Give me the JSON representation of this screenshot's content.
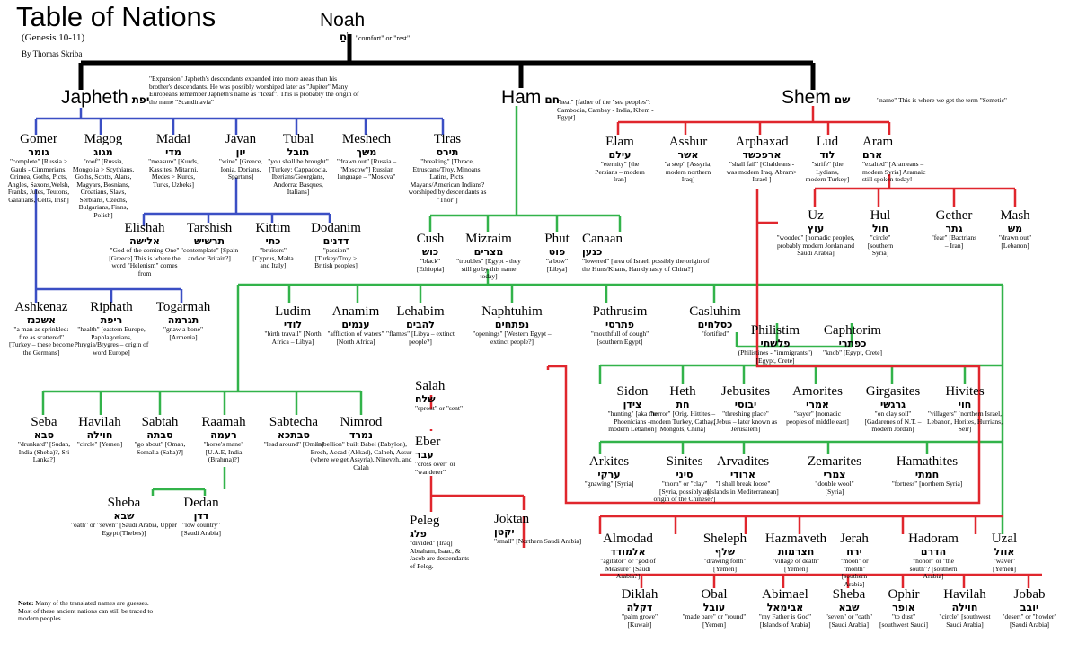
{
  "title": "Table of Nations",
  "subtitle": "(Genesis 10-11)",
  "author": "By Thomas Skriba",
  "note_label": "Note:",
  "note_text": "Many of the translated names are guesses. Most of these ancient nations can still be traced to modern peoples.",
  "colors": {
    "root": "#000000",
    "japheth": "#3b4fc4",
    "ham": "#32b34a",
    "shem": "#e0262d"
  },
  "noah": {
    "name": "Noah",
    "hebrew": "נֹחַ",
    "desc": "\"comfort\" or \"rest\""
  },
  "japheth": {
    "name": "Japheth",
    "hebrew": "יפת",
    "desc": "\"Expansion\" Japheth's descendants expanded into more areas than his brother's descendants. He was possibly worshiped later as \"Jupiter\" Many Europeans remember Japheth's name as \"Iceaf\". This is probably the origin of the name \"Scandinavia\""
  },
  "ham": {
    "name": "Ham",
    "hebrew": "חם",
    "desc": "\"heat\" [father of the \"sea peoples\": Cambodia, Cambay - India, Khem - Egypt]"
  },
  "shem": {
    "name": "Shem",
    "hebrew": "שם",
    "desc": "\"name\" This is where we get the term \"Semetic\""
  },
  "people": {
    "gomer": {
      "name": "Gomer",
      "hebrew": "גומר",
      "desc": "\"complete\" [Russia > Gauls - Cimmerians, Crimea, Goths, Picts, Angles, Saxons,Welsh, Franks, Jutes, Teutons, Galatians, Celts, Irish]"
    },
    "magog": {
      "name": "Magog",
      "hebrew": "מגוג",
      "desc": "\"roof\" [Russia, Mongolia > Scythians, Goths, Scotts, Alans, Magyars, Bosnians, Croatians, Slavs, Serbians, Czechs, Bulgarians, Finns, Polish]"
    },
    "madai": {
      "name": "Madai",
      "hebrew": "מדי",
      "desc": "\"measure\" [Kurds, Kassites, Mitanni, Medes > Kurds, Turks, Uzbeks]"
    },
    "javan": {
      "name": "Javan",
      "hebrew": "יון",
      "desc": "\"wine\" [Greece, Ionia, Dorians, Spartans]"
    },
    "tubal": {
      "name": "Tubal",
      "hebrew": "תובל",
      "desc": "\"you shall be brought\" [Turkey: Cappadocia, Iberians/Georgians, Andorra: Basques, Italians]"
    },
    "meshech": {
      "name": "Meshech",
      "hebrew": "משך",
      "desc": "\"drawn out\" [Russia – \"Moscow\"] Russian language – \"Moskva\""
    },
    "tiras": {
      "name": "Tiras",
      "hebrew": "תירס",
      "desc": "\"breaking\" [Thrace, Etruscans/Troy, Minoans, Latins, Picts, Mayans/American Indians? worshiped by descendants as \"Thor\"]"
    },
    "elishah": {
      "name": "Elishah",
      "hebrew": "אלישה",
      "desc": "\"God of the coming One\" [Greece] This is where the word \"Helenism\" comes from"
    },
    "tarshish": {
      "name": "Tarshish",
      "hebrew": "תרשיש",
      "desc": "\"contemplate\" [Spain and/or Britain?]"
    },
    "kittim": {
      "name": "Kittim",
      "hebrew": "כתי",
      "desc": "\"bruisers\" [Cyprus, Malta and Italy]"
    },
    "dodanim": {
      "name": "Dodanim",
      "hebrew": "דדנים",
      "desc": "\"passion\" [Turkey/Troy > British peoples]"
    },
    "ashkenaz": {
      "name": "Ashkenaz",
      "hebrew": "אשכנז",
      "desc": "\"a man as sprinkled: fire as scattered\" [Turkey – these become the Germans]"
    },
    "riphath": {
      "name": "Riphath",
      "hebrew": "ריפת",
      "desc": "\"health\" [eastern Europe, Paphlagonians, Phrygia/Brygres – origin of word Europe]"
    },
    "togarmah": {
      "name": "Togarmah",
      "hebrew": "תגרמה",
      "desc": "\"gnaw a bone\" [Armenia]"
    },
    "cush": {
      "name": "Cush",
      "hebrew": "כוש",
      "desc": "\"black\" [Ethiopia]"
    },
    "mizraim": {
      "name": "Mizraim",
      "hebrew": "מצרים",
      "desc": "\"troubles\" [Egypt - they still go by this name today]"
    },
    "phut": {
      "name": "Phut",
      "hebrew": "פוט",
      "desc": "\"a bow\" [Libya]"
    },
    "canaan": {
      "name": "Canaan",
      "hebrew": "כנען",
      "desc": "\"lowered\" [area of Israel, possibly the origin of the Huns/Khans, Han dynasty of China?]"
    },
    "elam": {
      "name": "Elam",
      "hebrew": "עילם",
      "desc": "\"eternity\" [the Persians – modern Iran]"
    },
    "asshur": {
      "name": "Asshur",
      "hebrew": "אשר",
      "desc": "\"a step\" [Assyria, modern northern Iraq]"
    },
    "arphaxad": {
      "name": "Arphaxad",
      "hebrew": "ארפכשד",
      "desc": "\"shall fail\" [Chaldeans - was modern Iraq, Abram> Israel ]"
    },
    "lud": {
      "name": "Lud",
      "hebrew": "לוד",
      "desc": "\"strife\" [the Lydians, modern Turkey]"
    },
    "aram": {
      "name": "Aram",
      "hebrew": "ארם",
      "desc": "\"exalted\" [Arameans – modern Syria] Aramaic still spoken today!"
    },
    "uz": {
      "name": "Uz",
      "hebrew": "עוץ",
      "desc": "\"wooded\" [nomadic peoples, probably modern Jordan and Saudi Arabia]"
    },
    "hul": {
      "name": "Hul",
      "hebrew": "חול",
      "desc": "\"circle\" [southern Syria]"
    },
    "gether": {
      "name": "Gether",
      "hebrew": "גתר",
      "desc": "\"fear\" [Bactrians – Iran]"
    },
    "mash": {
      "name": "Mash",
      "hebrew": "מש",
      "desc": "\"drawn out\" [Lebanon]"
    },
    "ludim": {
      "name": "Ludim",
      "hebrew": "לודי",
      "desc": "\"birth travail\" [North Africa – Libya]"
    },
    "anamim": {
      "name": "Anamim",
      "hebrew": "ענמים",
      "desc": "\"affliction of waters\" [North Africa]"
    },
    "lehabim": {
      "name": "Lehabim",
      "hebrew": "להבים",
      "desc": "\"flames\" [Libya – extinct people?]"
    },
    "naphtuhim": {
      "name": "Naphtuhim",
      "hebrew": "נפתחים",
      "desc": "\"openings\" [Western Egypt – extinct people?]"
    },
    "pathrusim": {
      "name": "Pathrusim",
      "hebrew": "פתרסי",
      "desc": "\"mouthfull of dough\" [southern Egypt]"
    },
    "casluhim": {
      "name": "Casluhim",
      "hebrew": "כסלחים",
      "desc": "\"fortified\""
    },
    "philistim": {
      "name": "Philistim",
      "hebrew": "פלשתי",
      "desc": "(Philistines - \"immigrants\") [Egypt, Crete]"
    },
    "caphtorim": {
      "name": "Caphtorim",
      "hebrew": "כפתרי",
      "desc": "\"knob\" [Egypt, Crete]"
    },
    "salah": {
      "name": "Salah",
      "hebrew": "שלח",
      "desc": "\"sprout\" or \"sent\""
    },
    "eber": {
      "name": "Eber",
      "hebrew": "עבר",
      "desc": "\"cross over\" or \"wanderer\""
    },
    "peleg": {
      "name": "Peleg",
      "hebrew": "פלג",
      "desc": "\"divided\" [Iraq] Abraham, Isaac, & Jacob are descendants of Peleg."
    },
    "joktan": {
      "name": "Joktan",
      "hebrew": "יקטן",
      "desc": "\"small\" [Northern Saudi Arabia]"
    },
    "sidon": {
      "name": "Sidon",
      "hebrew": "צידן",
      "desc": "\"hunting\" [aka the Phoenicians – modern Lebanon]"
    },
    "heth": {
      "name": "Heth",
      "hebrew": "חת",
      "desc": "\"terror\" [Orig. Hittites – modern Turkey, Cathay, Mongols, China]"
    },
    "jebusites": {
      "name": "Jebusites",
      "hebrew": "יבוסי",
      "desc": "\"threshing place\" [Jebus – later known as Jerusalem]"
    },
    "amorites": {
      "name": "Amorites",
      "hebrew": "אמרי",
      "desc": "\"sayer\" [nomadic peoples of middle east]"
    },
    "girgasites": {
      "name": "Girgasites",
      "hebrew": "גרגשי",
      "desc": "\"on clay soil\" [Gadarenes of N.T. – modern Jordan]"
    },
    "hivites": {
      "name": "Hivites",
      "hebrew": "חוי",
      "desc": "\"villagers\" [northern Israel, Lebanon, Horites, Hurrians, Seir]"
    },
    "arkites": {
      "name": "Arkites",
      "hebrew": "ערקי",
      "desc": "\"gnawing\" [Syria]"
    },
    "sinites": {
      "name": "Sinites",
      "hebrew": "סיני",
      "desc": "\"thorn\" or \"clay\" [Syria, possibly an origin of the Chinese?]"
    },
    "arvadites": {
      "name": "Arvadites",
      "hebrew": "ארודי",
      "desc": "\"I shall break loose\" [Islands in Mediterranean]"
    },
    "zemarites": {
      "name": "Zemarites",
      "hebrew": "צמרי",
      "desc": "\"double wool\" [Syria]"
    },
    "hamathites": {
      "name": "Hamathites",
      "hebrew": "חמתי",
      "desc": "\"fortress\" [northern Syria]"
    },
    "seba": {
      "name": "Seba",
      "hebrew": "סבא",
      "desc": "\"drunkard\" [Sudan, India (Sheba)?, Sri Lanka?]"
    },
    "havilah": {
      "name": "Havilah",
      "hebrew": "חוילה",
      "desc": "\"circle\" [Yemen]"
    },
    "sabtah": {
      "name": "Sabtah",
      "hebrew": "סבתה",
      "desc": "\"go about\" [Oman, Somalia (Saba)?]"
    },
    "raamah": {
      "name": "Raamah",
      "hebrew": "רעמה",
      "desc": "\"horse's mane\" [U.A.E, India (Brahma)?]"
    },
    "sabtecha": {
      "name": "Sabtecha",
      "hebrew": "סבתכא",
      "desc": "\"lead around\" [Oman]"
    },
    "nimrod": {
      "name": "Nimrod",
      "hebrew": "נמרד",
      "desc": "\"rebellion\" built Babel (Babylon), Erech, Accad (Akkad), Calneh, Assur (where we get Assyria), Nineveh, and Calah"
    },
    "sheba": {
      "name": "Sheba",
      "hebrew": "שבא",
      "desc": "\"oath\" or \"seven\" [Saudi Arabia, Upper Egypt (Thebes)]"
    },
    "dedan": {
      "name": "Dedan",
      "hebrew": "דדן",
      "desc": "\"low country\" [Saudi Arabia]"
    },
    "almodad": {
      "name": "Almodad",
      "hebrew": "אלמודד",
      "desc": "\"agitator\" or \"god of Measure\" [Saudi Arabia?]"
    },
    "sheleph": {
      "name": "Sheleph",
      "hebrew": "שלף",
      "desc": "\"drawing forth\" [Yemen]"
    },
    "hazmaveth": {
      "name": "Hazmaveth",
      "hebrew": "חצרמות",
      "desc": "\"village of death\" [Yemen]"
    },
    "jerah": {
      "name": "Jerah",
      "hebrew": "ירח",
      "desc": "\"moon\" or \"month\" [southern Arabia]"
    },
    "hadoram": {
      "name": "Hadoram",
      "hebrew": "הדרם",
      "desc": "\"honor\" or \"the south\"? [southern Arabia]"
    },
    "uzal": {
      "name": "Uzal",
      "hebrew": "אוזל",
      "desc": "\"waver\" [Yemen]"
    },
    "diklah": {
      "name": "Diklah",
      "hebrew": "דקלה",
      "desc": "\"palm grove\" [Kuwait]"
    },
    "obal": {
      "name": "Obal",
      "hebrew": "עובל",
      "desc": "\"made bare\" or \"round\" [Yemen]"
    },
    "abimael": {
      "name": "Abimael",
      "hebrew": "אבימאל",
      "desc": "\"my Father is God\" [Islands of Arabia]"
    },
    "sheba2": {
      "name": "Sheba",
      "hebrew": "שבא",
      "desc": "\"seven\" or \"oath\" [Saudi Arabia]"
    },
    "ophir": {
      "name": "Ophir",
      "hebrew": "אופר",
      "desc": "\"to dust\" [southwest Saudi]"
    },
    "havilah2": {
      "name": "Havilah",
      "hebrew": "חוילה",
      "desc": "\"circle\" [southwest Saudi Arabia]"
    },
    "jobab": {
      "name": "Jobab",
      "hebrew": "יובב",
      "desc": "\"desert\" or \"howler\" [Saudi Arabia]"
    }
  }
}
